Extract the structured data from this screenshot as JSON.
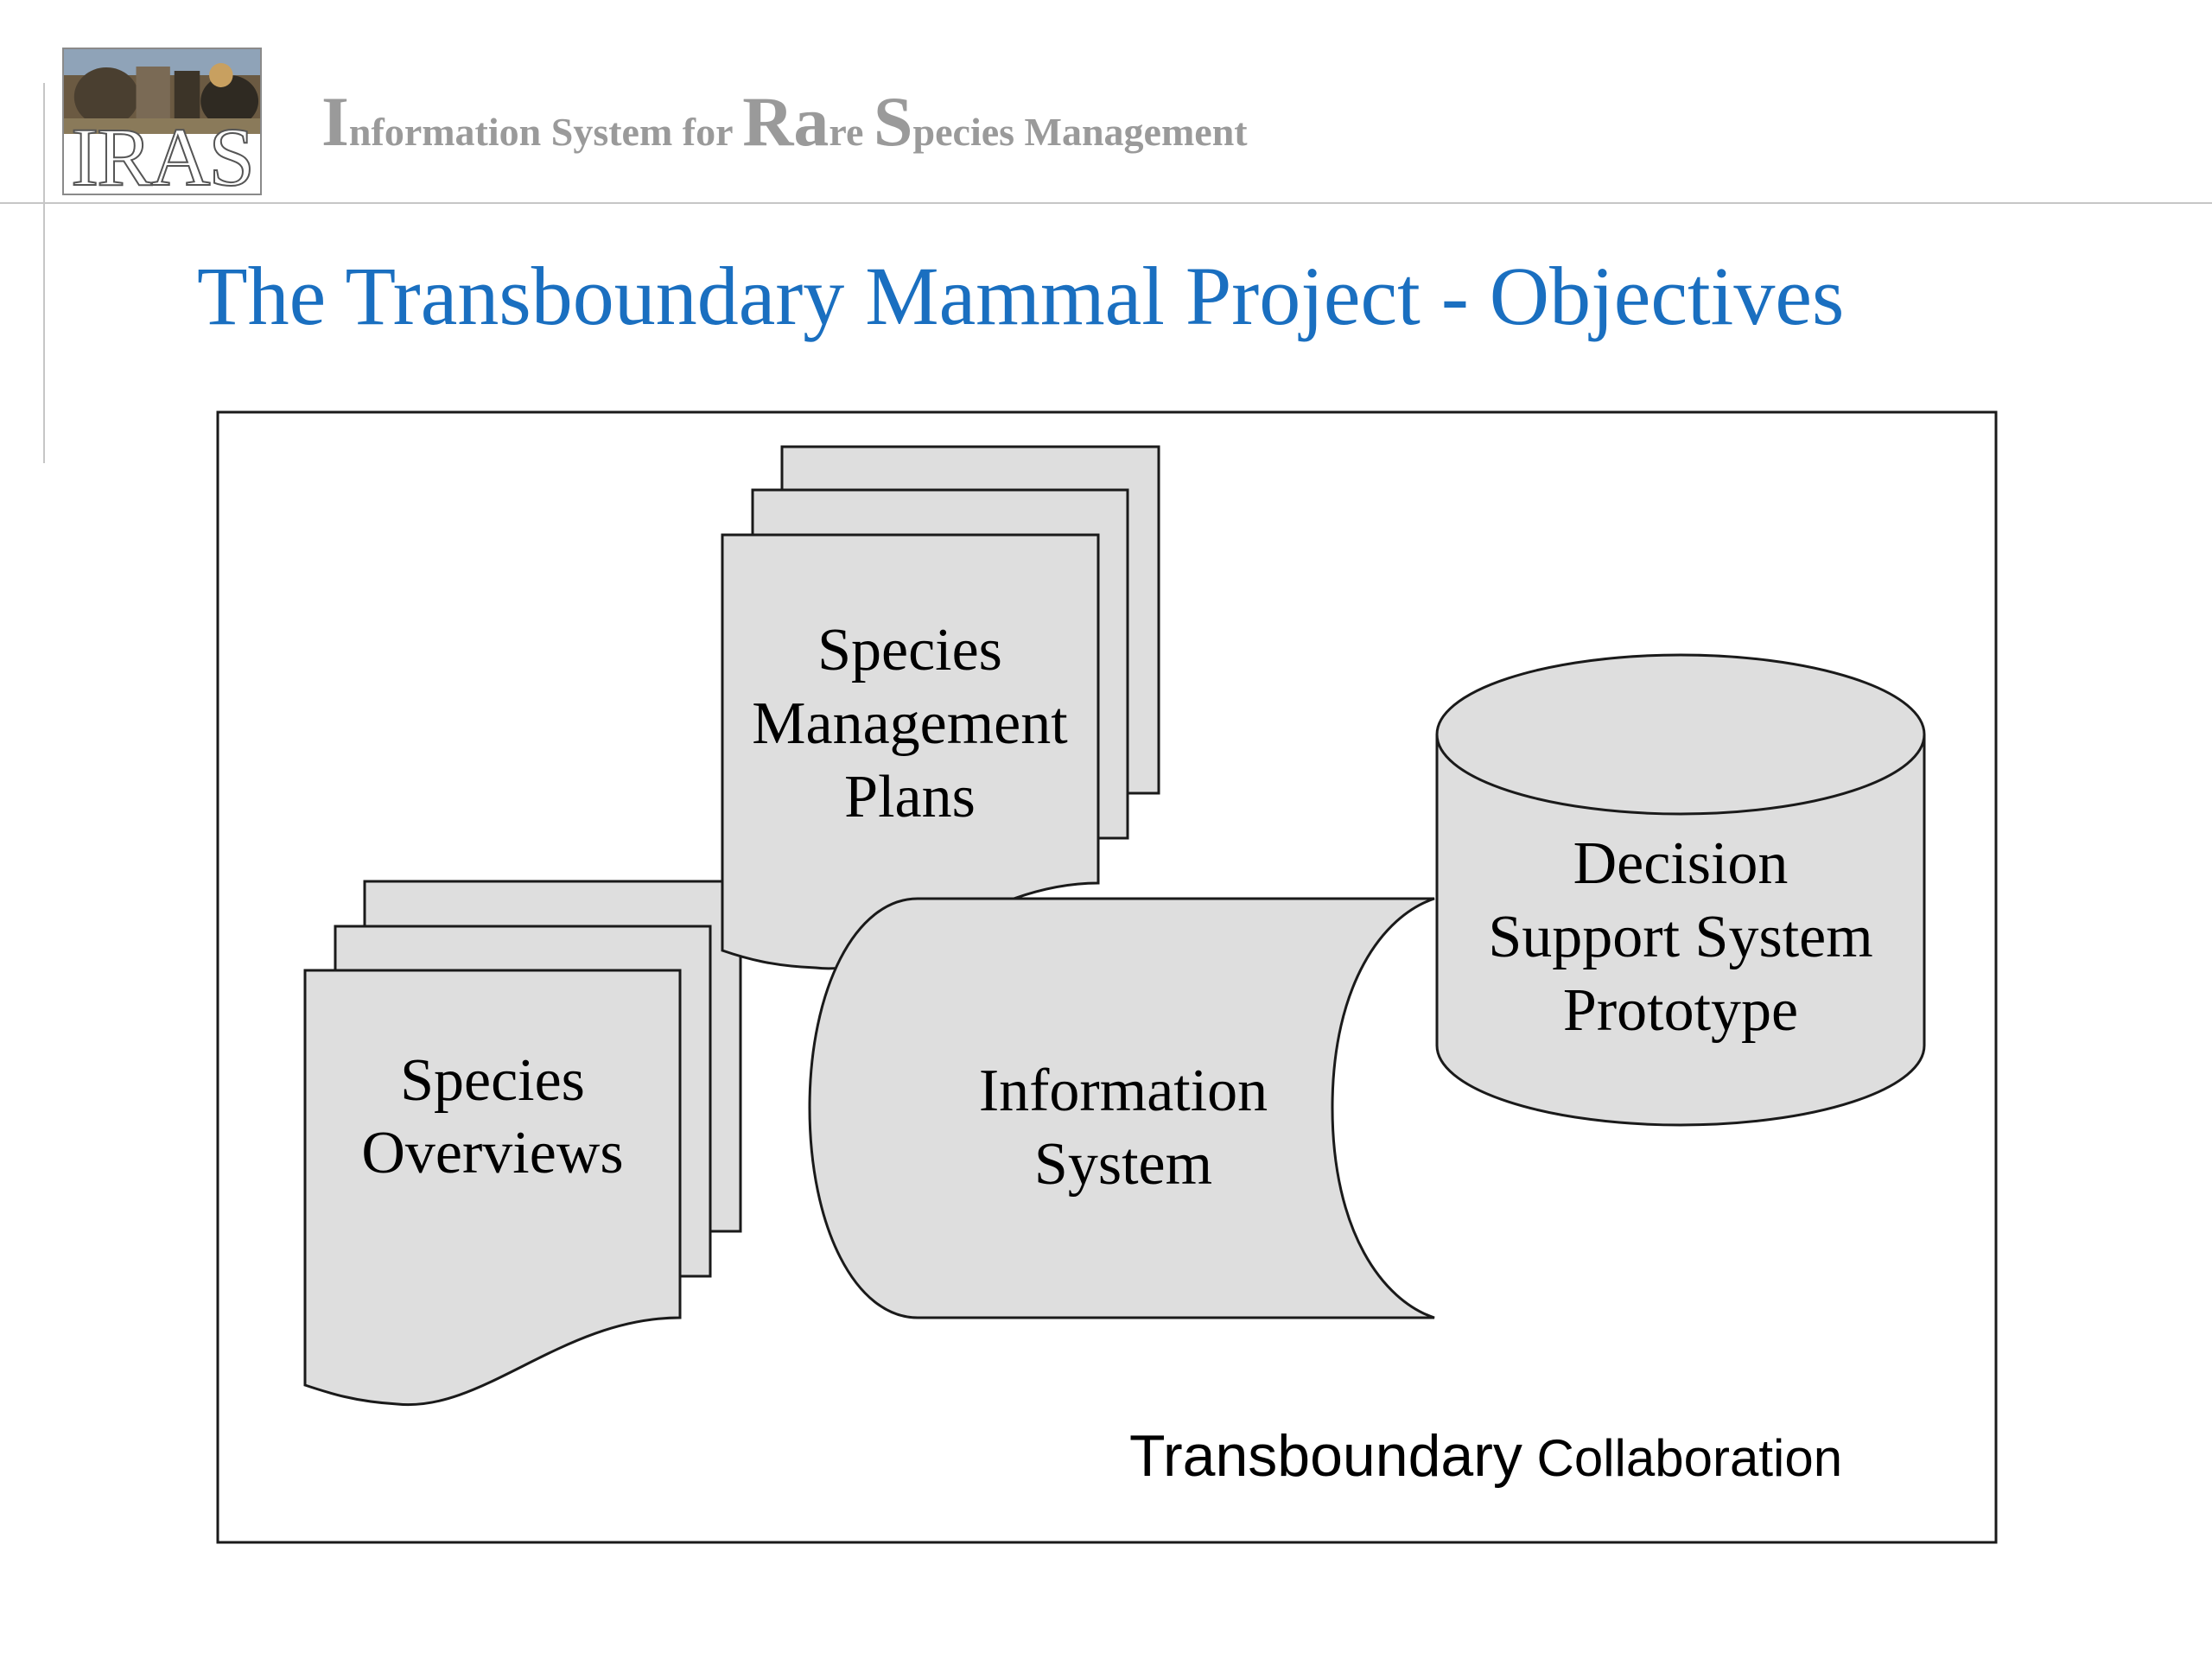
{
  "header": {
    "logo_text": "IRAS",
    "title_parts": [
      {
        "text": "I",
        "style": "cap"
      },
      {
        "text": "nformation System for ",
        "style": "sm"
      },
      {
        "text": "Ra",
        "style": "cap"
      },
      {
        "text": "re ",
        "style": "sm"
      },
      {
        "text": "S",
        "style": "cap"
      },
      {
        "text": "pecies Management",
        "style": "sm"
      }
    ]
  },
  "slide": {
    "title": "The Transboundary Mammal Project - Objectives"
  },
  "diagram": {
    "species_overviews": [
      "Species",
      "Overviews"
    ],
    "species_management_plans": [
      "Species",
      "Management",
      "Plans"
    ],
    "information_system": [
      "Information",
      "System"
    ],
    "decision_support_system": [
      "Decision",
      "Support System",
      "Prototype"
    ],
    "collaboration": {
      "part1": "Transboundary",
      "part2": " Collaboration"
    }
  },
  "colors": {
    "title_blue": "#1a6fc0",
    "header_gray": "#9a9a9a",
    "shape_fill": "#dedede"
  }
}
